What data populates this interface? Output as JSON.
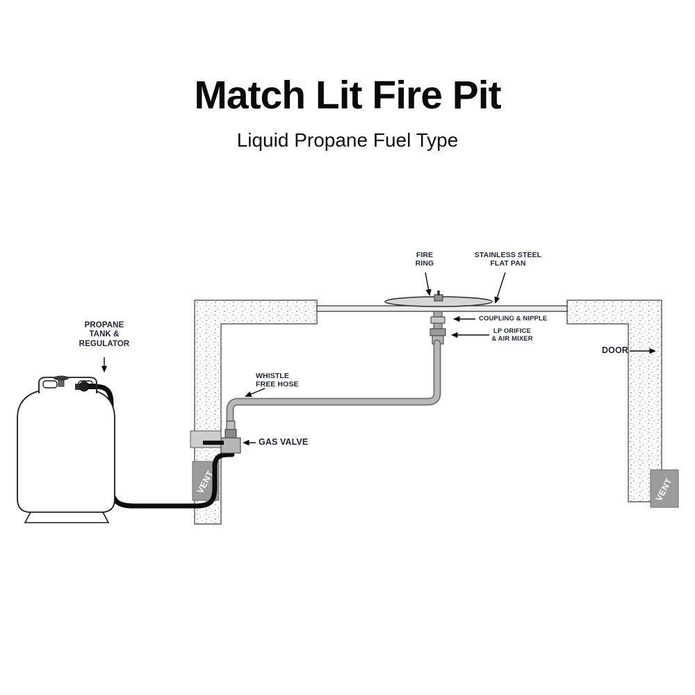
{
  "title": "Match Lit Fire Pit",
  "subtitle": "Liquid Propane Fuel Type",
  "labels": {
    "propane_tank": "PROPANE\nTANK &\nREGULATOR",
    "fire_ring": "FIRE\nRING",
    "flat_pan": "STAINLESS STEEL\nFLAT PAN",
    "coupling": "COUPLING & NIPPLE",
    "lp_orifice": "LP ORIFICE\n& AIR MIXER",
    "door": "DOOR",
    "whistle_hose": "WHISTLE\nFREE HOSE",
    "gas_valve": "GAS VALVE",
    "vent_left": "VENT",
    "vent_right": "VENT"
  },
  "colors": {
    "ink": "#0a0a0a",
    "label_text": "#1d2433",
    "wall_outline": "#3a3a3a",
    "vent_box": "#9c9c9c",
    "supply_hose": "#0d0d0d",
    "whistle_hose": "#b8b8b8",
    "pan_fill": "#ececec"
  }
}
